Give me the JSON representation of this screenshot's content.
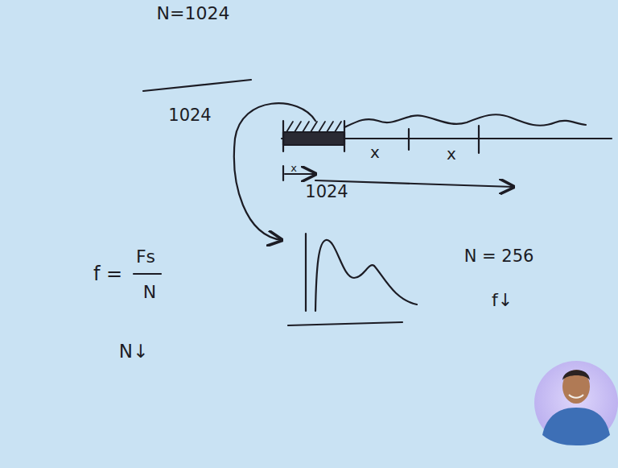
{
  "diagram": {
    "labels": [
      "N=1024",
      "1024",
      "1024",
      "x",
      "x",
      "x",
      "N = 256",
      "f↓",
      "f =",
      "Fs",
      "N",
      "N↓"
    ]
  }
}
